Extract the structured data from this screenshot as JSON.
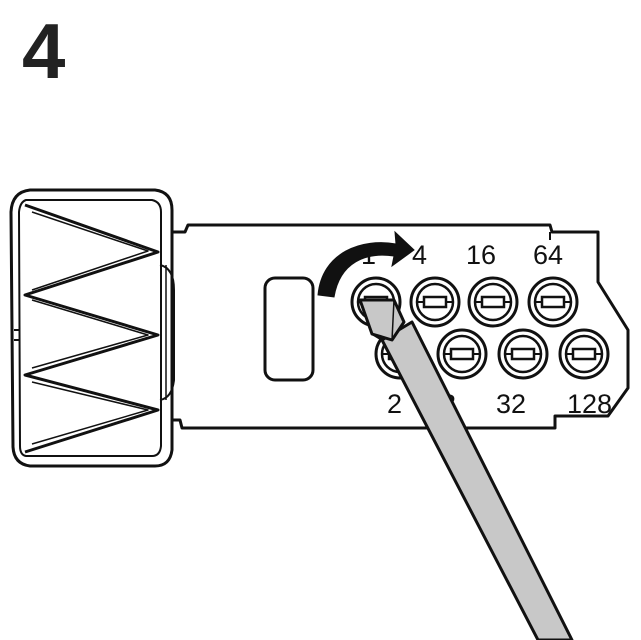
{
  "step": {
    "number": "4"
  },
  "switch_labels": {
    "top": [
      "1",
      "4",
      "16",
      "64"
    ],
    "bottom": [
      "2",
      "8",
      "32",
      "128"
    ]
  },
  "icons": {
    "rotate_arrow": "curved-arrow-clockwise-icon",
    "tool": "flathead-screwdriver-icon",
    "knob": "ribbed-knob-icon"
  },
  "colors": {
    "outline": "#111111",
    "screwdriver": "#c8c8c8",
    "arrow": "#111111",
    "background": "#ffffff"
  }
}
